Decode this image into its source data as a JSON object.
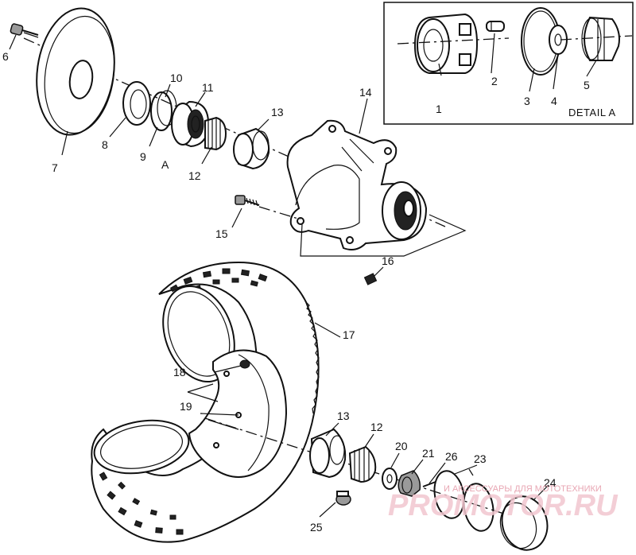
{
  "callouts": {
    "c1": "1",
    "c2": "2",
    "c3": "3",
    "c4": "4",
    "c5": "5",
    "c6": "6",
    "c7": "7",
    "c8": "8",
    "c9": "9",
    "c10": "10",
    "c11": "11",
    "c12a": "12",
    "c13a": "13",
    "c14": "14",
    "c15": "15",
    "c16": "16",
    "c17": "17",
    "c18": "18",
    "c19": "19",
    "c13b": "13",
    "c12b": "12",
    "c20": "20",
    "c21": "21",
    "c26": "26",
    "c23": "23",
    "c24": "24",
    "c25": "25",
    "cA": "A"
  },
  "detail_label": "DETAIL A",
  "watermark": {
    "tagline": "И АКСЕССУАРЫ ДЛЯ МОТОТЕХНИКИ",
    "brand": "PROMOTOR.RU"
  }
}
